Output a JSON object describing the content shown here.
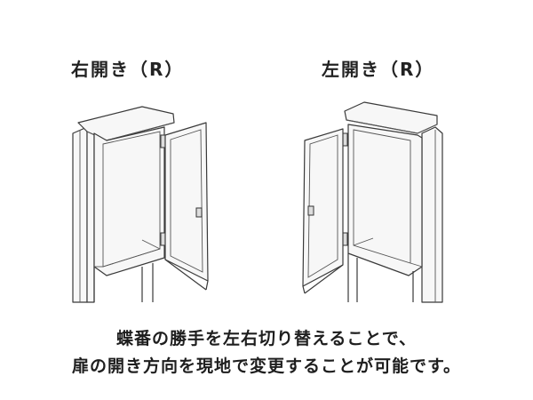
{
  "diagrams": [
    {
      "label": "右開き（R）",
      "hinge_side": "right"
    },
    {
      "label": "左開き（R）",
      "hinge_side": "left"
    }
  ],
  "caption": {
    "line1": "蝶番の勝手を左右切り替えることで、",
    "line2": "扉の開き方向を現地で変更することが可能です。"
  }
}
